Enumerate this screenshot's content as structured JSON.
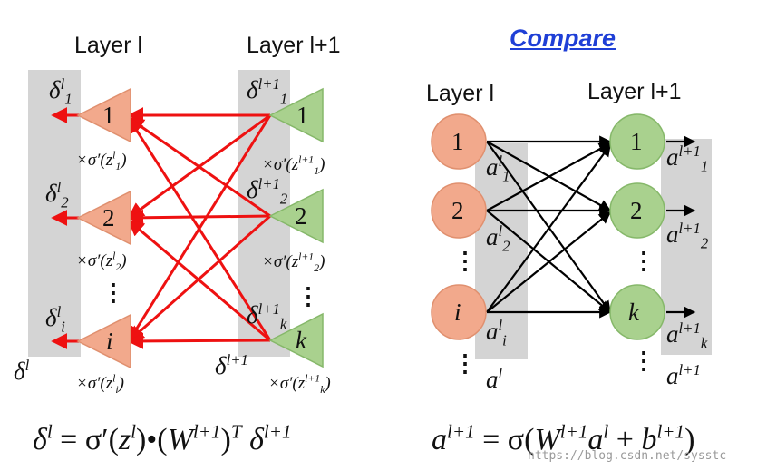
{
  "left": {
    "layer_l": "Layer l",
    "layer_l1": "Layer l+1",
    "delta": "δ",
    "sup_l": "l",
    "sup_l1": "l+1",
    "sub_1": "1",
    "sub_2": "2",
    "sub_i": "i",
    "sub_k": "k",
    "node_1": "1",
    "node_2": "2",
    "node_i": "i",
    "node_k": "k",
    "sigma_prefix": "×σ′(",
    "z": "z",
    "close_paren": ")",
    "vdots": "⋮"
  },
  "right": {
    "compare": "Compare",
    "layer_l": "Layer l",
    "layer_l1": "Layer l+1",
    "a": "a",
    "sup_l": "l",
    "sup_l1": "l+1",
    "sub_1": "1",
    "sub_2": "2",
    "sub_i": "i",
    "sub_k": "k",
    "node_1": "1",
    "node_2": "2",
    "node_i": "i",
    "node_k": "k",
    "vdots": "⋮"
  },
  "equations": {
    "left_delta": "δ",
    "left_l": "l",
    "left_eq": " = σ′(",
    "left_z": "z",
    "left_zl": "l",
    "left_mid": ")•(",
    "left_W": "W",
    "left_Wsup": "l+1",
    "left_close": ")",
    "left_T": "T",
    "left_delta2": " δ",
    "left_delta2sup": "l+1",
    "right_a": "a",
    "right_asup": "l+1",
    "right_eq": " = σ(",
    "right_W": "W",
    "right_Wsup": "l+1",
    "right_a2": "a",
    "right_a2sup": "l",
    "right_plus": " + ",
    "right_b": "b",
    "right_bsup": "l+1",
    "right_close": ")"
  },
  "watermark": "https://blog.csdn.net/sysstc",
  "colors": {
    "left_band": "#d4d4d4",
    "orange_fill": "#f2a98c",
    "orange_stroke": "#e0906f",
    "green_fill": "#a9d18e",
    "green_stroke": "#86b86a",
    "red_arrow": "#ee1111",
    "black_arrow": "#000000",
    "compare_blue": "#1f3fd6"
  }
}
